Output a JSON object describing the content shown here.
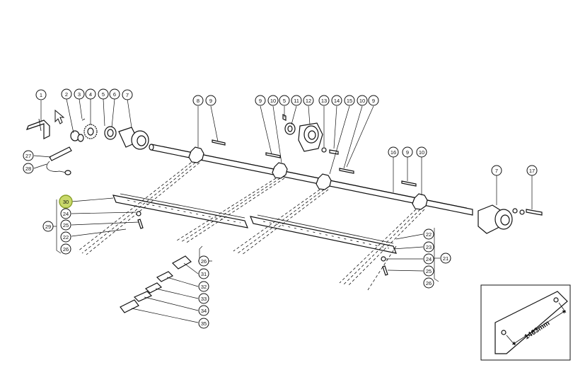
{
  "callouts": [
    {
      "id": "c1",
      "label": "1",
      "highlighted": false
    },
    {
      "id": "c2",
      "label": "2",
      "highlighted": false
    },
    {
      "id": "c3",
      "label": "3",
      "highlighted": false
    },
    {
      "id": "c4",
      "label": "4",
      "highlighted": false
    },
    {
      "id": "c5a",
      "label": "5",
      "highlighted": false
    },
    {
      "id": "c6",
      "label": "6",
      "highlighted": false
    },
    {
      "id": "c7a",
      "label": "7",
      "highlighted": false
    },
    {
      "id": "c8",
      "label": "8",
      "highlighted": false
    },
    {
      "id": "c9a",
      "label": "9",
      "highlighted": false
    },
    {
      "id": "c9b",
      "label": "9",
      "highlighted": false
    },
    {
      "id": "c10a",
      "label": "10",
      "highlighted": false
    },
    {
      "id": "c5b",
      "label": "5",
      "highlighted": false
    },
    {
      "id": "c11",
      "label": "11",
      "highlighted": false
    },
    {
      "id": "c12",
      "label": "12",
      "highlighted": false
    },
    {
      "id": "c13",
      "label": "13",
      "highlighted": false
    },
    {
      "id": "c14",
      "label": "14",
      "highlighted": false
    },
    {
      "id": "c15",
      "label": "15",
      "highlighted": false
    },
    {
      "id": "c10b",
      "label": "10",
      "highlighted": false
    },
    {
      "id": "c9c",
      "label": "9",
      "highlighted": false
    },
    {
      "id": "c16",
      "label": "16",
      "highlighted": false
    },
    {
      "id": "c9d",
      "label": "9",
      "highlighted": false
    },
    {
      "id": "c10c",
      "label": "10",
      "highlighted": false
    },
    {
      "id": "c7b",
      "label": "7",
      "highlighted": false
    },
    {
      "id": "c17",
      "label": "17",
      "highlighted": false
    },
    {
      "id": "c27",
      "label": "27",
      "highlighted": false
    },
    {
      "id": "c28",
      "label": "28",
      "highlighted": false
    },
    {
      "id": "c30",
      "label": "30",
      "highlighted": true
    },
    {
      "id": "c24a",
      "label": "24",
      "highlighted": false
    },
    {
      "id": "c29",
      "label": "29",
      "highlighted": false
    },
    {
      "id": "c25a",
      "label": "25",
      "highlighted": false
    },
    {
      "id": "c22a",
      "label": "22",
      "highlighted": false
    },
    {
      "id": "c26a",
      "label": "26",
      "highlighted": false
    },
    {
      "id": "c26b",
      "label": "26",
      "highlighted": false
    },
    {
      "id": "c31",
      "label": "31",
      "highlighted": false
    },
    {
      "id": "c32",
      "label": "32",
      "highlighted": false
    },
    {
      "id": "c33",
      "label": "33",
      "highlighted": false
    },
    {
      "id": "c34",
      "label": "34",
      "highlighted": false
    },
    {
      "id": "c35",
      "label": "35",
      "highlighted": false
    },
    {
      "id": "c22b",
      "label": "22",
      "highlighted": false
    },
    {
      "id": "c23",
      "label": "23",
      "highlighted": false
    },
    {
      "id": "c21",
      "label": "21",
      "highlighted": false
    },
    {
      "id": "c24b",
      "label": "24",
      "highlighted": false
    },
    {
      "id": "c25b",
      "label": "25",
      "highlighted": false
    },
    {
      "id": "c26c",
      "label": "26",
      "highlighted": false
    }
  ],
  "inset": {
    "dimension_label": "1463mm"
  },
  "colors": {
    "highlight": "#c9d96a",
    "line": "#111111"
  }
}
